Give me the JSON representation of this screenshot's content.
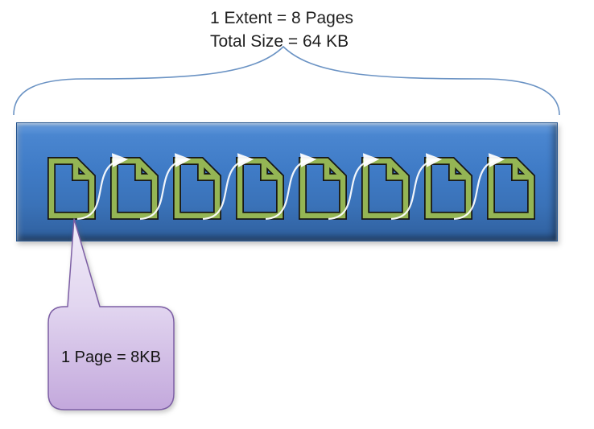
{
  "title": {
    "line1": "1 Extent = 8 Pages",
    "line2": "Total Size = 64 KB"
  },
  "extent": {
    "page_count": 8,
    "arrow_count": 7
  },
  "callout": {
    "text": "1 Page = 8KB"
  },
  "colors": {
    "extent_fill_top": "#4a86d0",
    "extent_fill_bottom": "#2f5f9d",
    "page_green": "#94b554",
    "page_outline": "#161616",
    "arrow_white": "#ffffff",
    "brace_blue": "#6b93c4",
    "callout_fill_top": "#ece4f5",
    "callout_fill_bottom": "#c3a8dc",
    "callout_border": "#7d5fa5",
    "text_black": "#1f1f1f"
  }
}
